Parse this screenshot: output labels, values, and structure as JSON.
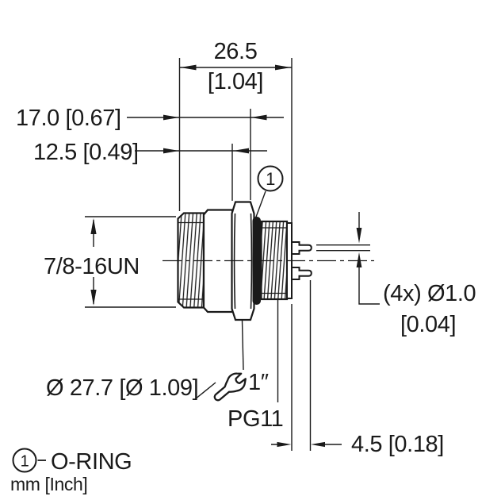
{
  "colors": {
    "ink": "#1a1a1a",
    "background": "#ffffff"
  },
  "labels": {
    "overall_width_mm": "26.5",
    "overall_width_inch": "[1.04]",
    "front_length": "17.0 [0.67]",
    "mid_length": "12.5 [0.49]",
    "front_thread": "7/8-16UN",
    "pin_count_dia_mm": "(4x) Ø1.0",
    "pin_count_dia_inch": "[0.04]",
    "body_diameter": "Ø 27.7 [Ø 1.09]",
    "wrench_size": "1″",
    "rear_thread": "PG11",
    "pin_length": "4.5 [0.18]"
  },
  "callout": {
    "number": "1"
  },
  "legend": {
    "callout_number": "1",
    "callout_label": "O-RING",
    "units_note": "mm [Inch]"
  }
}
